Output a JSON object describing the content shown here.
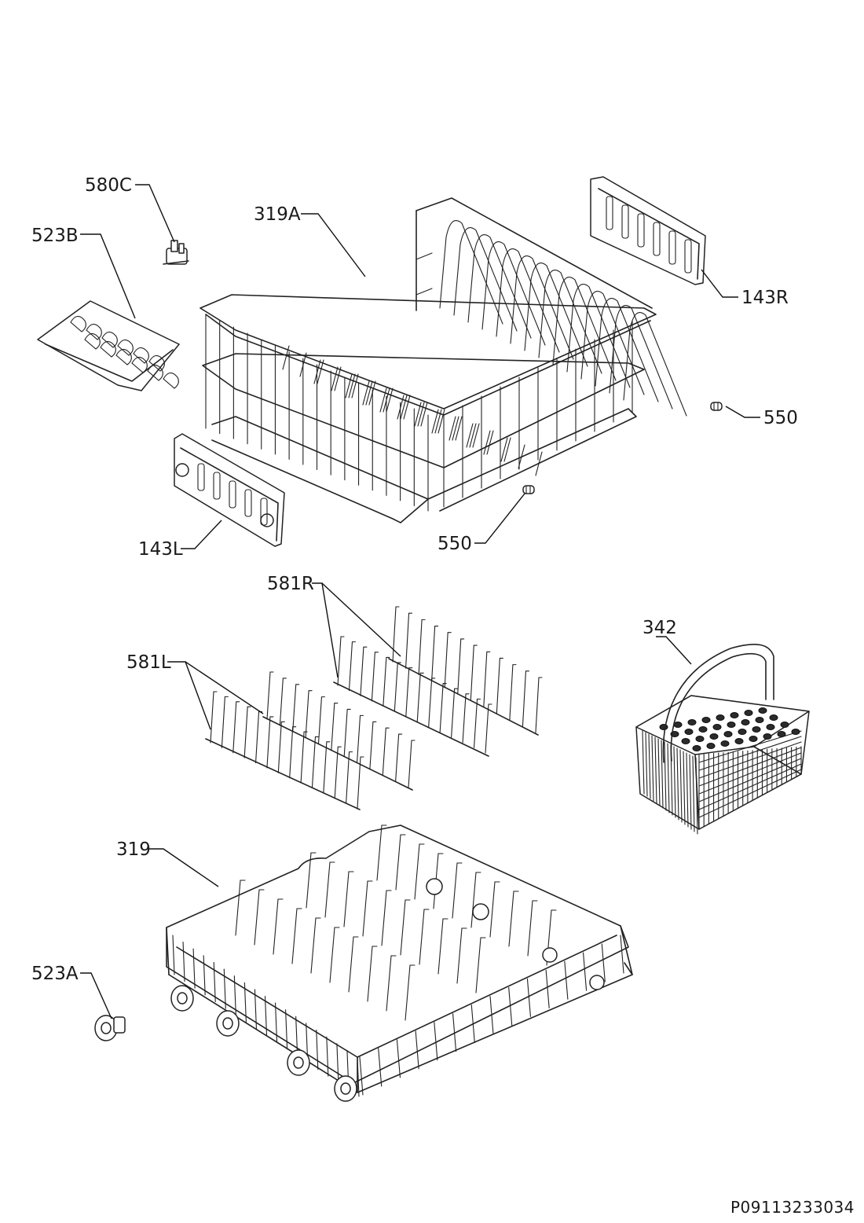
{
  "parts": [
    {
      "id": "p580C",
      "ref": "580C"
    },
    {
      "id": "p319A",
      "ref": "319A"
    },
    {
      "id": "p523B",
      "ref": "523B"
    },
    {
      "id": "p143R",
      "ref": "143R"
    },
    {
      "id": "p550a",
      "ref": "550"
    },
    {
      "id": "p143L",
      "ref": "143L"
    },
    {
      "id": "p550b",
      "ref": "550"
    },
    {
      "id": "p581R",
      "ref": "581R"
    },
    {
      "id": "p342",
      "ref": "342"
    },
    {
      "id": "p581L",
      "ref": "581L"
    },
    {
      "id": "p319",
      "ref": "319"
    },
    {
      "id": "p523A",
      "ref": "523A"
    }
  ],
  "document_number": "P09113233034"
}
